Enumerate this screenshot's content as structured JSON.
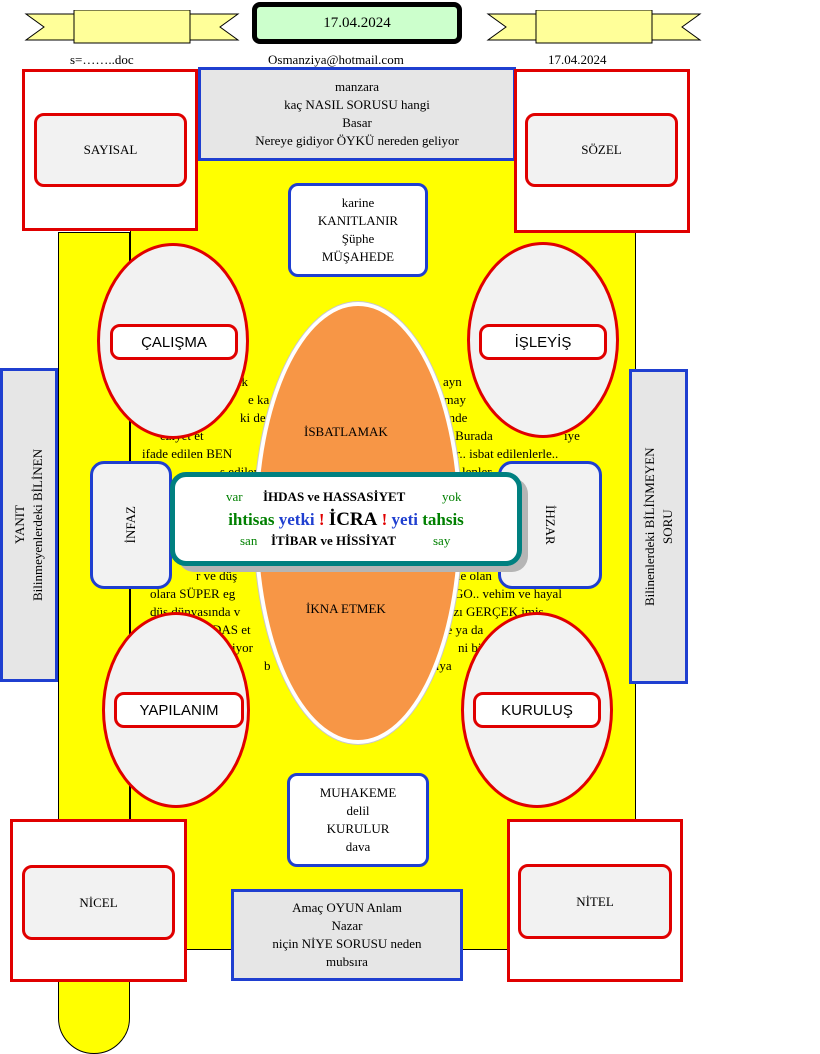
{
  "header": {
    "date_badge": "17.04.2024",
    "file_label": "s=……..doc",
    "email": "Osmanziya@hotmail.com",
    "date_right": "17.04.2024"
  },
  "top_panel": [
    "manzara",
    "kaç NASIL SORUSU  hangi",
    "Basar",
    "Nereye gidiyor ÖYKÜ nereden geliyor"
  ],
  "corners": {
    "top_left": "SAYISAL",
    "top_right": "SÖZEL",
    "bottom_left": "NİCEL",
    "bottom_right": "NİTEL"
  },
  "top_center_box": [
    "karine",
    "KANITLANIR",
    "Şüphe",
    "MÜŞAHEDE"
  ],
  "bottom_center_box": [
    "MUHAKEME",
    "delil",
    "KURULUR",
    "dava"
  ],
  "bottom_panel": [
    "Amaç  OYUN Anlam",
    "Nazar",
    "niçin  NİYE SORUSU neden",
    "mubsıra"
  ],
  "ellipses": {
    "upper_left": "ÇALIŞMA",
    "upper_right": "İŞLEYİŞ",
    "lower_left": "YAPILANIM",
    "lower_right": "KURULUŞ"
  },
  "side_tiles": {
    "left": "İNFAZ",
    "right": "İHZAR"
  },
  "center_oval": {
    "top": "İSBATLAMAK",
    "bottom": "İKNA ETMEK"
  },
  "side_panels": {
    "left_line1": "YANIT",
    "left_line2": "Bilinmeyenlerdeki  BİLİNEN",
    "right_line1": "Bilinenlerdeki BİLİNMEYEN",
    "right_line2": "SORU"
  },
  "central_card": {
    "row1": {
      "left": "var",
      "title": "İHDAS ve HASSASİYET",
      "right": "yok"
    },
    "row2": {
      "w1": "ihtisas",
      "w2": "yetki",
      "bang1": "!",
      "w3": "İCRA",
      "bang2": "!",
      "w4": "yeti",
      "w5": "tahsis"
    },
    "row3": {
      "left": "san",
      "title": "İTİBAR ve HİSSİYAT",
      "right": "say"
    }
  },
  "background_fragments": [
    "rtık",
    "im ayn",
    "e ka",
    "uşmay",
    "ki der",
    "içimde",
    "eziyet et",
    "iş. Burada",
    "iye",
    "ifade edilen BEN",
    "ar.. isbat edilenlerle..",
    "s edilen",
    "lenler",
    "r ve düş",
    "de olan",
    "olara SÜPER eg",
    "GO.. vehim ve hayal",
    "düş dünyasında v",
    "ımızı GERÇEK imiş",
    "DAS et",
    "ne ya da",
    "iyor",
    "ni bir",
    "b",
    "ziya"
  ],
  "colors": {
    "banner": "#ffff99",
    "board": "#ffff00",
    "red": "#e00000",
    "blue": "#1f3fd0",
    "teal": "#008080",
    "oval": "#f79646",
    "date_green": "#ccffcc",
    "gray": "#e6e6e6"
  }
}
